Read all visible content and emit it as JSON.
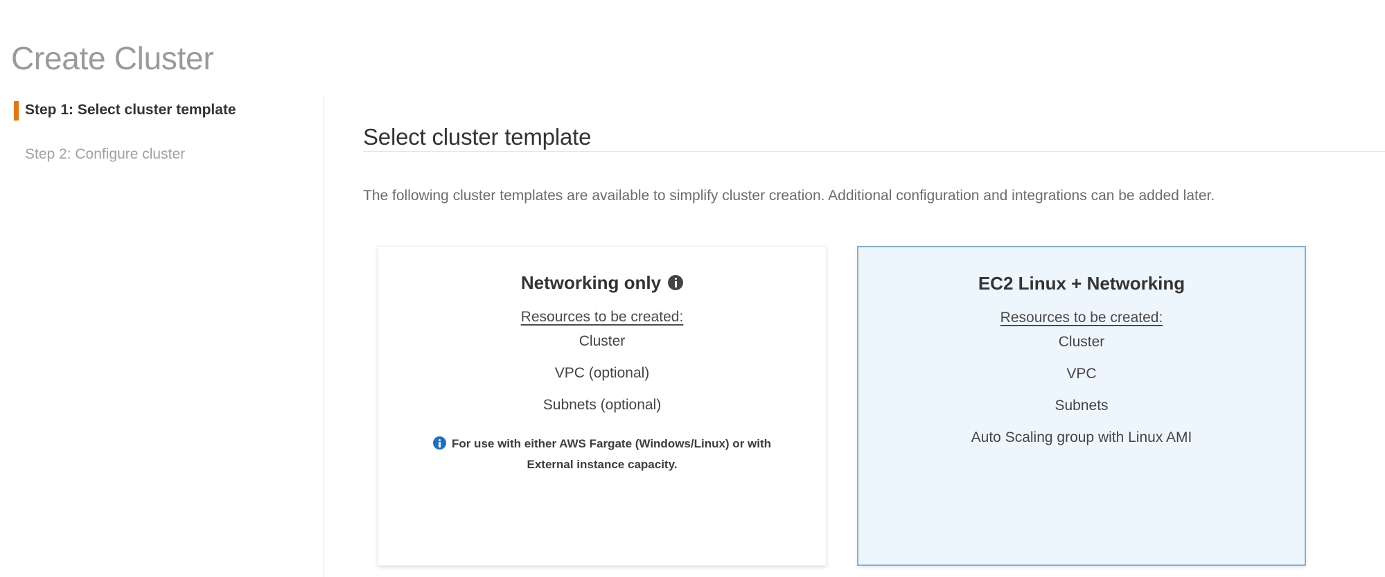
{
  "page": {
    "title": "Create Cluster"
  },
  "sidebar": {
    "steps": [
      {
        "label": "Step 1: Select cluster template",
        "state": "active"
      },
      {
        "label": "Step 2: Configure cluster",
        "state": "inactive"
      }
    ],
    "active_marker_color": "#e8760d"
  },
  "main": {
    "section_title": "Select cluster template",
    "section_description": "The following cluster templates are available to simplify cluster creation. Additional configuration and integrations can be added later.",
    "resources_heading": "Resources to be created:",
    "cards": [
      {
        "id": "networking-only",
        "title": "Networking only",
        "has_info_icon": true,
        "info_icon_name": "info-icon",
        "selected": false,
        "resources": [
          "Cluster",
          "VPC (optional)",
          "Subnets (optional)"
        ],
        "note": "For use with either AWS Fargate (Windows/Linux) or with External instance capacity.",
        "note_icon_name": "info-icon-blue",
        "note_icon_color": "#1e6fc4",
        "background_color": "#ffffff",
        "border_color": "#f0f0f0"
      },
      {
        "id": "ec2-linux-networking",
        "title": "EC2 Linux + Networking",
        "has_info_icon": false,
        "selected": true,
        "resources": [
          "Cluster",
          "VPC",
          "Subnets",
          "Auto Scaling group with Linux AMI"
        ],
        "note": "",
        "background_color": "#eef6fd",
        "border_color": "#81aed8"
      }
    ]
  }
}
